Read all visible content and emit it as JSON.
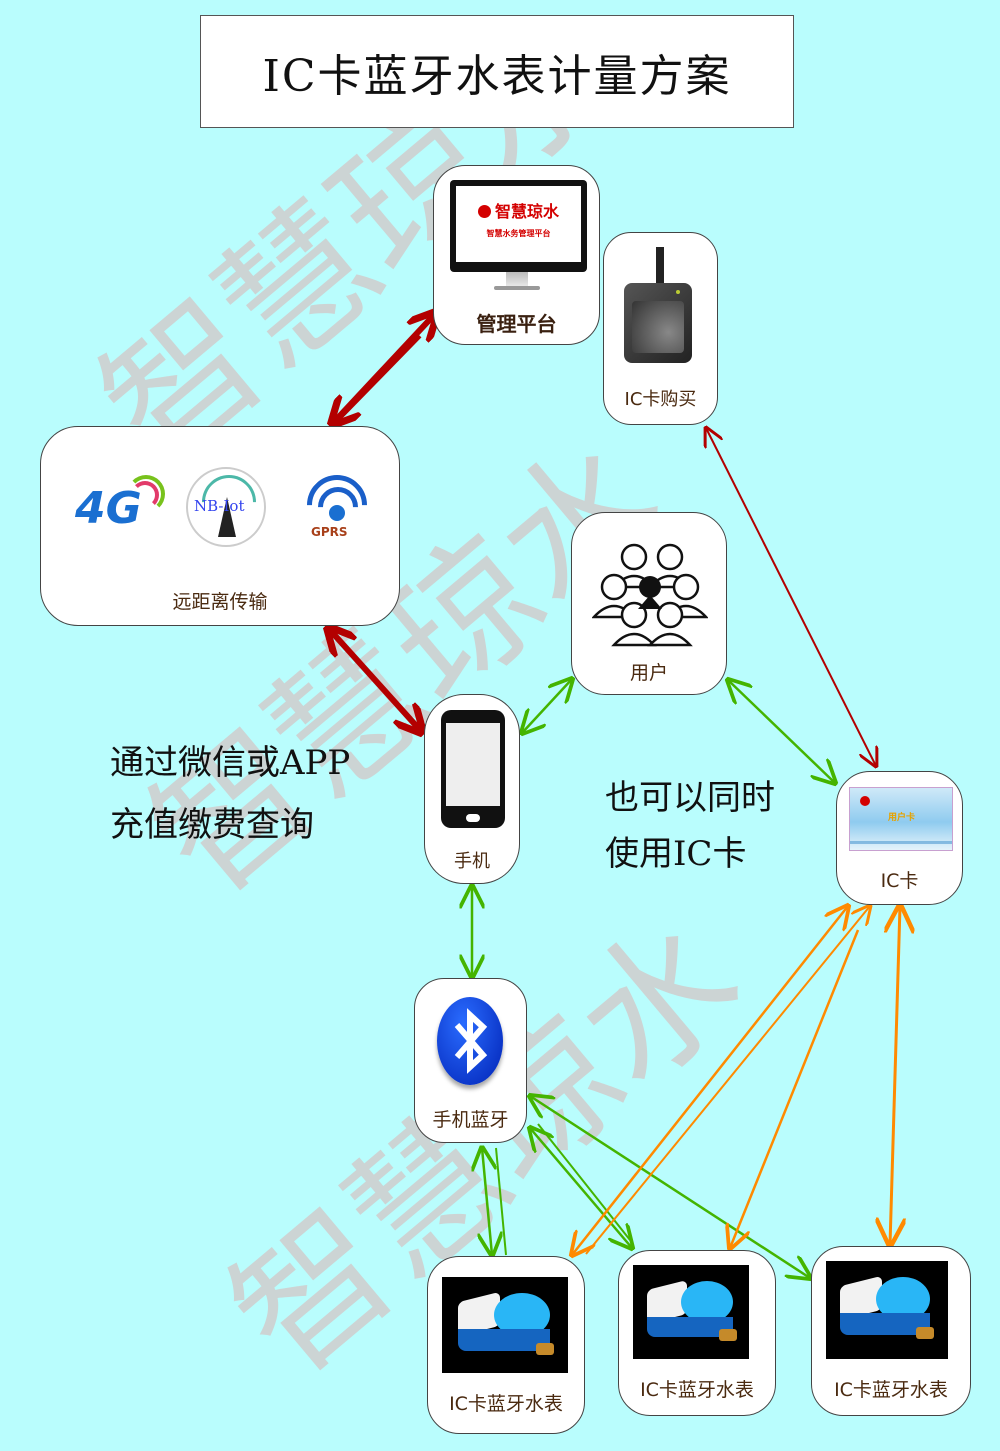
{
  "title": "IC卡蓝牙水表计量方案",
  "watermark": "智慧琼水",
  "colors": {
    "background": "#b9fdfd",
    "network_arrow": "#b30000",
    "bluetooth_arrow": "#44b400",
    "ic_arrow": "#ff8a00",
    "purchase_arrow": "#b30000",
    "label_text": "#4a2a10"
  },
  "nodes": {
    "platform": {
      "label": "管理平台",
      "screen_brand": "智慧琼水",
      "screen_subtitle": "智慧水务管理平台",
      "icon": "monitor-icon"
    },
    "ic_purchase": {
      "label": "IC卡购买",
      "icon": "card-reader-icon"
    },
    "transport": {
      "label": "远距离传输",
      "icons": [
        {
          "name": "4g-icon",
          "text": "4G"
        },
        {
          "name": "nbiot-icon",
          "text": "NB-Iot"
        },
        {
          "name": "gprs-icon",
          "text": "GPRS"
        }
      ]
    },
    "users": {
      "label": "用户",
      "icon": "users-group-icon"
    },
    "phone": {
      "label": "手机",
      "icon": "smartphone-icon"
    },
    "ic_card": {
      "label": "IC卡",
      "card_text": "用户卡",
      "icon": "ic-card-icon"
    },
    "bluetooth": {
      "label": "手机蓝牙",
      "icon": "bluetooth-icon"
    },
    "meters": [
      {
        "label": "IC卡蓝牙水表"
      },
      {
        "label": "IC卡蓝牙水表"
      },
      {
        "label": "IC卡蓝牙水表"
      }
    ]
  },
  "notes": {
    "wechat": [
      "通过微信或APP",
      "充值缴费查询"
    ],
    "ic_also": [
      "也可以同时",
      "使用IC卡"
    ]
  }
}
